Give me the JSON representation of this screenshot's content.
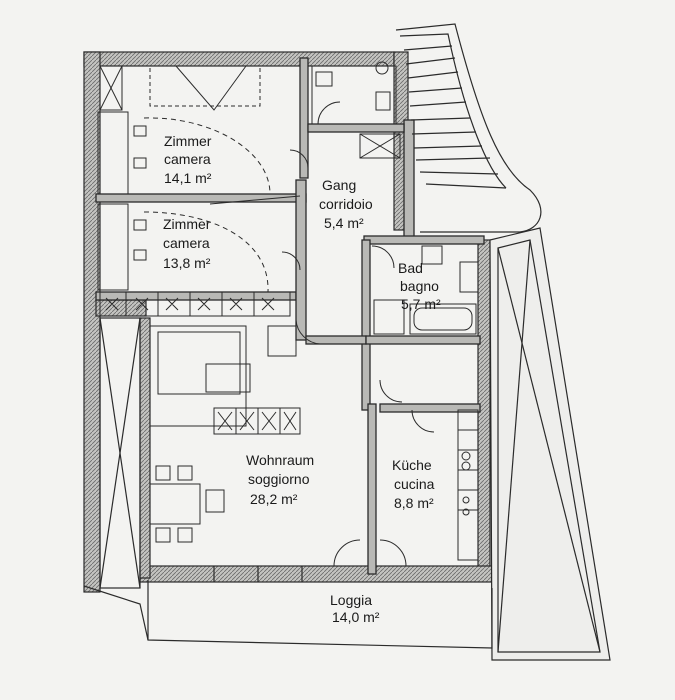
{
  "rooms": [
    {
      "id": "zimmer1",
      "name_de": "Zimmer",
      "name_it": "camera",
      "area": "14,1 m²"
    },
    {
      "id": "zimmer2",
      "name_de": "Zimmer",
      "name_it": "camera",
      "area": "13,8 m²"
    },
    {
      "id": "gang",
      "name_de": "Gang",
      "name_it": "corridoio",
      "area": "5,4 m²"
    },
    {
      "id": "bad",
      "name_de": "Bad",
      "name_it": "bagno",
      "area": "5,7 m²"
    },
    {
      "id": "wohnraum",
      "name_de": "Wohnraum",
      "name_it": "soggiorno",
      "area": "28,2 m²"
    },
    {
      "id": "kueche",
      "name_de": "Küche",
      "name_it": "cucina",
      "area": "8,8 m²"
    },
    {
      "id": "loggia",
      "name_de": "Loggia",
      "name_it": "",
      "area": "14,0 m²"
    }
  ],
  "colors": {
    "paper": "#f3f3f1",
    "wall_fill": "#b9b9b6",
    "line": "#2b2b2b",
    "hatch": "#3a3a3a"
  }
}
